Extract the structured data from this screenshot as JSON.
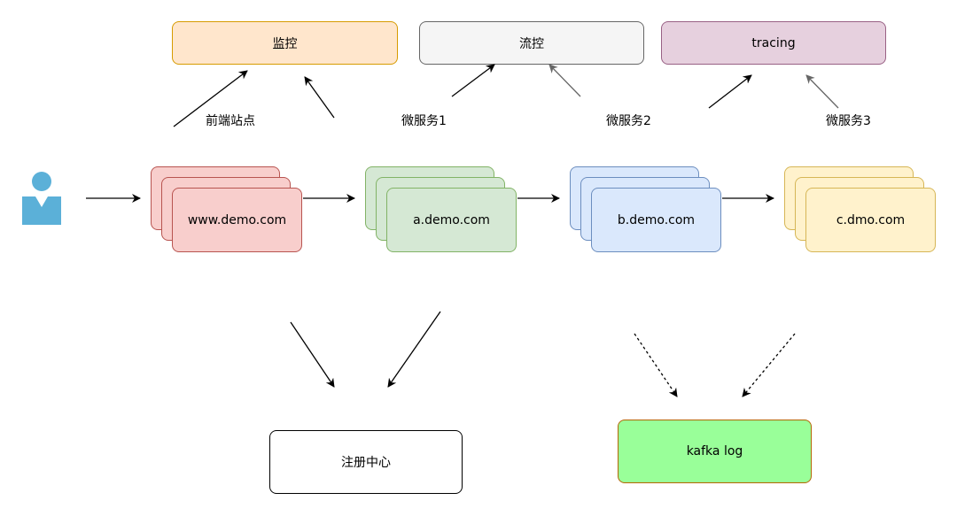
{
  "top_boxes": {
    "monitor": {
      "label": "监控",
      "fill": "#ffe6cc",
      "stroke": "#d79b00"
    },
    "flow": {
      "label": "流控",
      "fill": "#f5f5f5",
      "stroke": "#666666"
    },
    "tracing": {
      "label": "tracing",
      "fill": "#e6d0de",
      "stroke": "#996185"
    }
  },
  "labels": {
    "frontend": "前端站点",
    "service1": "微服务1",
    "service2": "微服务2",
    "service3": "微服务3"
  },
  "services": [
    {
      "label": "www.demo.com",
      "fill": "#f8cecc",
      "stroke": "#b85450"
    },
    {
      "label": "a.demo.com",
      "fill": "#d5e8d4",
      "stroke": "#82b366"
    },
    {
      "label": "b.demo.com",
      "fill": "#dae8fc",
      "stroke": "#6c8ebf"
    },
    {
      "label": "c.dmo.com",
      "fill": "#fff2cc",
      "stroke": "#d6b656"
    }
  ],
  "bottom_boxes": {
    "registry": {
      "label": "注册中心",
      "fill": "#ffffff",
      "stroke": "#000000"
    },
    "kafka": {
      "label": "kafka log",
      "fill": "#99ff99",
      "stroke": "#b46504"
    }
  },
  "user_icon": {
    "name": "user-icon",
    "color": "#5bb0d8"
  }
}
